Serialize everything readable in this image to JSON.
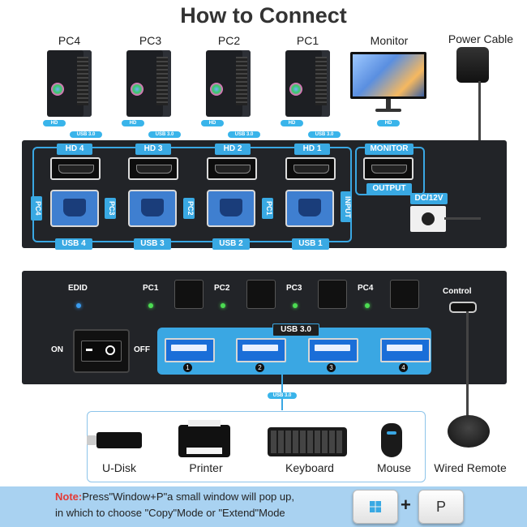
{
  "title": "How to Connect",
  "pcs": [
    "PC4",
    "PC3",
    "PC2",
    "PC1"
  ],
  "monitor_label": "Monitor",
  "power_label": "Power Cable",
  "cable_tag_hd": "HD",
  "cable_tag_usb": "USB 3.0",
  "back_panel": {
    "hd_ports": [
      "HD 4",
      "HD 3",
      "HD 2",
      "HD 1"
    ],
    "usb_ports": [
      "USB 4",
      "USB 3",
      "USB 2",
      "USB 1"
    ],
    "side_pc_labels": [
      "PC4",
      "PC3",
      "PC2",
      "PC1"
    ],
    "input_label": "INPUT",
    "monitor_port": "MONITOR",
    "output_label": "OUTPUT",
    "dc_label": "DC/12V"
  },
  "front_panel": {
    "edid": "EDID",
    "pc_buttons": [
      "PC1",
      "PC2",
      "PC3",
      "PC4"
    ],
    "on": "ON",
    "off": "OFF",
    "usb3": "USB 3.0",
    "control": "Control",
    "usb_numbers": [
      "1",
      "2",
      "3",
      "4"
    ]
  },
  "hub_tag": "USB 3.0",
  "devices": [
    "U-Disk",
    "Printer",
    "Keyboard",
    "Mouse"
  ],
  "remote_label": "Wired Remote",
  "note": {
    "prefix": "Note:",
    "line1": "Press\"Window+P\"a small window will pop up,",
    "line2": "in which to choose \"Copy\"Mode or \"Extend\"Mode",
    "plus": "+",
    "key_p": "P"
  },
  "colors": {
    "accent": "#39a9e3",
    "note_red": "#e53935",
    "panel": "#222428"
  }
}
